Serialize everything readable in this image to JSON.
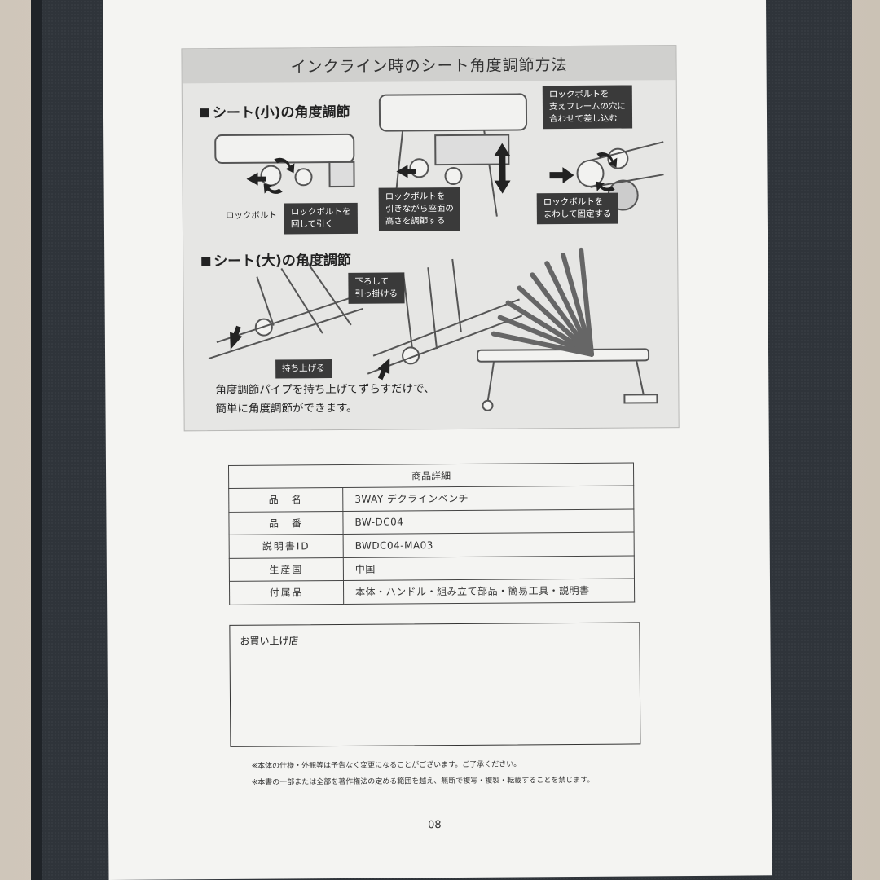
{
  "page_title": "インクライン時のシート角度調節方法",
  "section_small": {
    "heading": "シート(小)の角度調節"
  },
  "section_large": {
    "heading": "シート(大)の角度調節"
  },
  "callouts": {
    "lock_bolt": "ロックボルト",
    "turn_pull_1": "ロックボルトを",
    "turn_pull_2": "回して引く",
    "pull_adjust_1": "ロックボルトを",
    "pull_adjust_2": "引きながら座面の",
    "pull_adjust_3": "高さを調節する",
    "insert_1": "ロックボルトを",
    "insert_2": "支えフレームの穴に",
    "insert_3": "合わせて差し込む",
    "fix_1": "ロックボルトを",
    "fix_2": "まわして固定する",
    "lower_1": "下ろして",
    "lower_2": "引っ掛ける",
    "lift": "持ち上げる"
  },
  "caption": {
    "line1": "角度調節パイプを持ち上げてずらすだけで、",
    "line2": "簡単に角度調節ができます。"
  },
  "spec_table": {
    "header": "商品詳細",
    "rows": [
      {
        "key": "品　名",
        "value": "3WAY デクラインベンチ"
      },
      {
        "key": "品　番",
        "value": "BW-DC04"
      },
      {
        "key": "説明書ID",
        "value": "BWDC04-MA03"
      },
      {
        "key": "生産国",
        "value": "中国"
      },
      {
        "key": "付属品",
        "value": "本体・ハンドル・組み立て部品・簡易工具・説明書"
      }
    ]
  },
  "store_box": {
    "label": "お買い上げ店"
  },
  "notes": [
    "※本体の仕様・外観等は予告なく変更になることがございます。ご了承ください。",
    "※本書の一部または全部を著作権法の定める範囲を越え、無断で複写・複製・転載することを禁じます。"
  ],
  "page_number": "08"
}
